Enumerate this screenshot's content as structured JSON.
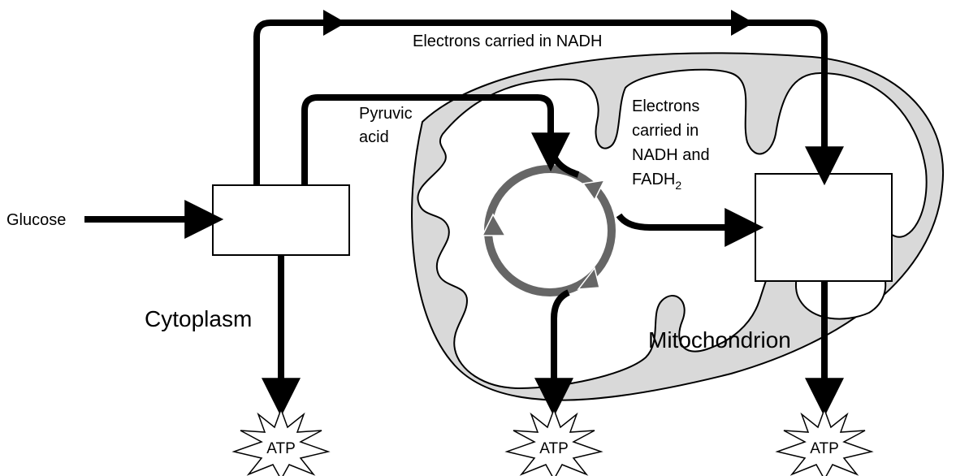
{
  "labels": {
    "glucose": "Glucose",
    "electrons_nadh_top": "Electrons carried in NADH",
    "pyruvic_1": "Pyruvic",
    "pyruvic_2": "acid",
    "electrons_fadh_1": "Electrons",
    "electrons_fadh_2": "carried in",
    "electrons_fadh_3": "NADH and",
    "electrons_fadh_4": "FADH",
    "electrons_fadh_sub": "2",
    "cytoplasm": "Cytoplasm",
    "mitochondrion": "Mitochondrion"
  },
  "atp": [
    "ATP",
    "ATP",
    "ATP"
  ],
  "colors": {
    "membrane_fill": "#d9d9d9",
    "cycle_arrow": "#666666",
    "arrows": "#000000"
  }
}
